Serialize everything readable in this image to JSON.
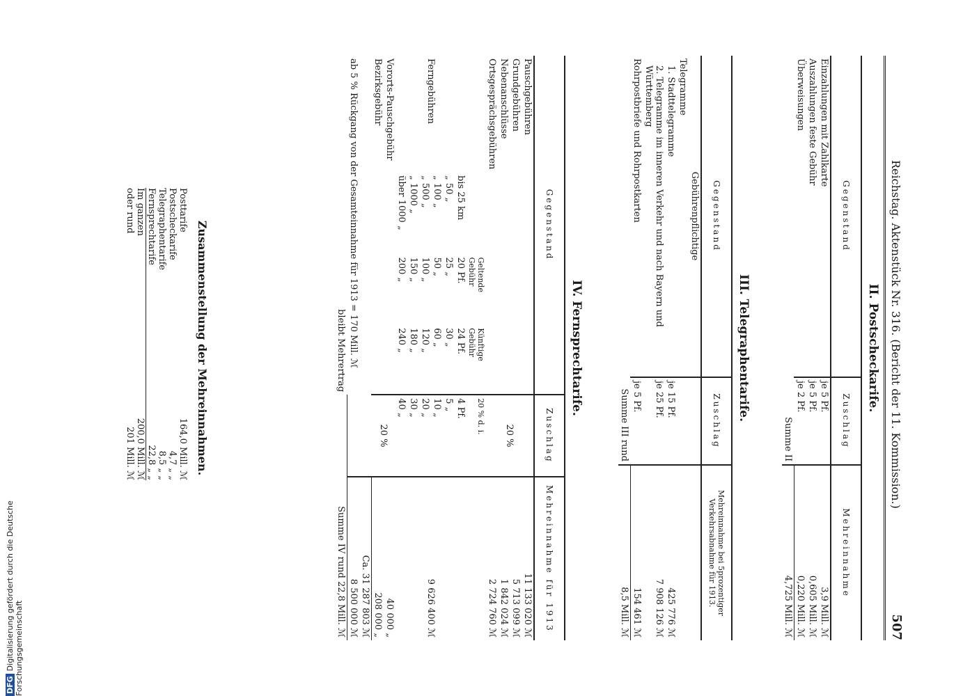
{
  "header": {
    "left": "Reichstag. Aktenstück Nr. 316. (Bericht der 11. Kommission.)",
    "page": "507"
  },
  "s2": {
    "title": "II. Postscheckarife.",
    "h1": "Gegenstand",
    "h2": "Zuschlag",
    "h3": "Mehreinnahme",
    "rows": [
      {
        "label": "Einzahlungen mit Zahlkarte",
        "zuschlag": "je 5 Pf.",
        "value": "3,9 Mill. ℳ"
      },
      {
        "label": "Auszahlungen feste Gebühr",
        "zuschlag": "je 5 Pf.",
        "value": "0,605 Mill. ℳ"
      },
      {
        "label": "Überweisungen",
        "zuschlag": "je 2 Pf.",
        "value": "0,220 Mill. ℳ"
      }
    ],
    "sum_label": "Summe II",
    "sum_value": "4,725 Mill. ℳ"
  },
  "s3": {
    "title": "III. Telegraphentarife.",
    "h1": "Gegenstand",
    "h2": "Zuschlag",
    "h3": "Mehreinnahme bei 5prozentiger Verkehrsabnahme für 1913.",
    "sub": "Gebührenpflichtige",
    "r0": "Telegramme",
    "r1": "1. Stadttelegramme",
    "r1z": "je 15 Pf.",
    "r1v": "425 776 ℳ",
    "r2": "2. Telegramme im inneren Verkehr und nach Bayern und Württemberg",
    "r2z": "je 25 Pf.",
    "r2v": "7 908 126 ℳ",
    "r3": "Rohrpostbriefe und Rohrpostkarten",
    "r3z": "je 5 Pf.",
    "r3v": "154 461 ℳ",
    "sum_label": "Summe III rund",
    "sum_value": "8,5 Mill. ℳ"
  },
  "s4": {
    "title": "IV. Fernsprechtarife.",
    "h1": "Gegenstand",
    "h2": "Zuschlag",
    "h3": "Mehreinnahme für 1913",
    "rows": [
      {
        "label": "Pauschgebühren",
        "value": "11 133 020 ℳ"
      },
      {
        "label": "Grundgebühren",
        "value": "5 713 099 ℳ"
      },
      {
        "label": "Nebenanschlüsse",
        "value": "1 842 024 ℳ"
      },
      {
        "label": "Ortsgesprächsgebühren",
        "value": "2 724 760 ℳ"
      }
    ],
    "zuschlag_group": "20 %",
    "gh1": "Geltende Gebühr",
    "gh2": "Künftige Gebühr",
    "gh3": "20 % d. i.",
    "fern_label": "Ferngebühren",
    "fern": [
      {
        "d": "bis 25 km",
        "g": "20 Pf.",
        "k": "24 Pf.",
        "z": "4 Pf."
      },
      {
        "d": "„ 50 „",
        "g": "25 „",
        "k": "30 „",
        "z": "5 „"
      },
      {
        "d": "„ 100 „",
        "g": "50 „",
        "k": "60 „",
        "z": "10 „"
      },
      {
        "d": "„ 500 „",
        "g": "100 „",
        "k": "120 „",
        "z": "20 „"
      },
      {
        "d": "„ 1000 „",
        "g": "150 „",
        "k": "180 „",
        "z": "30 „"
      },
      {
        "d": "über 1000 „",
        "g": "200 „",
        "k": "240 „",
        "z": "40 „"
      }
    ],
    "fern_value": "9 626 400 ℳ",
    "vororts": "Vororts-Pauschgebühr",
    "vororts_v": "40 000 „",
    "bezirks": "Bezirksgebühr",
    "bezirks_v": "208 000 „",
    "zuschlag2": "20 %",
    "ca": "Ca. 31 287 803 ℳ",
    "ab": "ab 5 % Rückgang von der Gesamteinnahme für 1913 = 170 Mill. ℳ",
    "ab_v": "8 500 000 ℳ",
    "bleibt": "bleibt Mehrertrag",
    "sum": "Summe IV rund 22,8 Mill. ℳ"
  },
  "recap": {
    "title": "Zusammenstellung der Mehreinnahmen.",
    "rows": [
      {
        "label": "Posttarife",
        "value": "164,0 Mill. ℳ"
      },
      {
        "label": "Postscheckarife",
        "value": "4,7 „ „"
      },
      {
        "label": "Telegraphentarife",
        "value": "8,5 „ „"
      },
      {
        "label": "Fernsprechtarife",
        "value": "22,8 „ „"
      }
    ],
    "total1_label": "Im ganzen",
    "total1": "200,0 Mill. ℳ",
    "total2_label": "oder rund",
    "total2": "201 Mill. ℳ"
  },
  "side": {
    "dfg": "DFG",
    "text": "Digitalisierung gefördert durch die Deutsche Forschungsgemeinschaft"
  }
}
